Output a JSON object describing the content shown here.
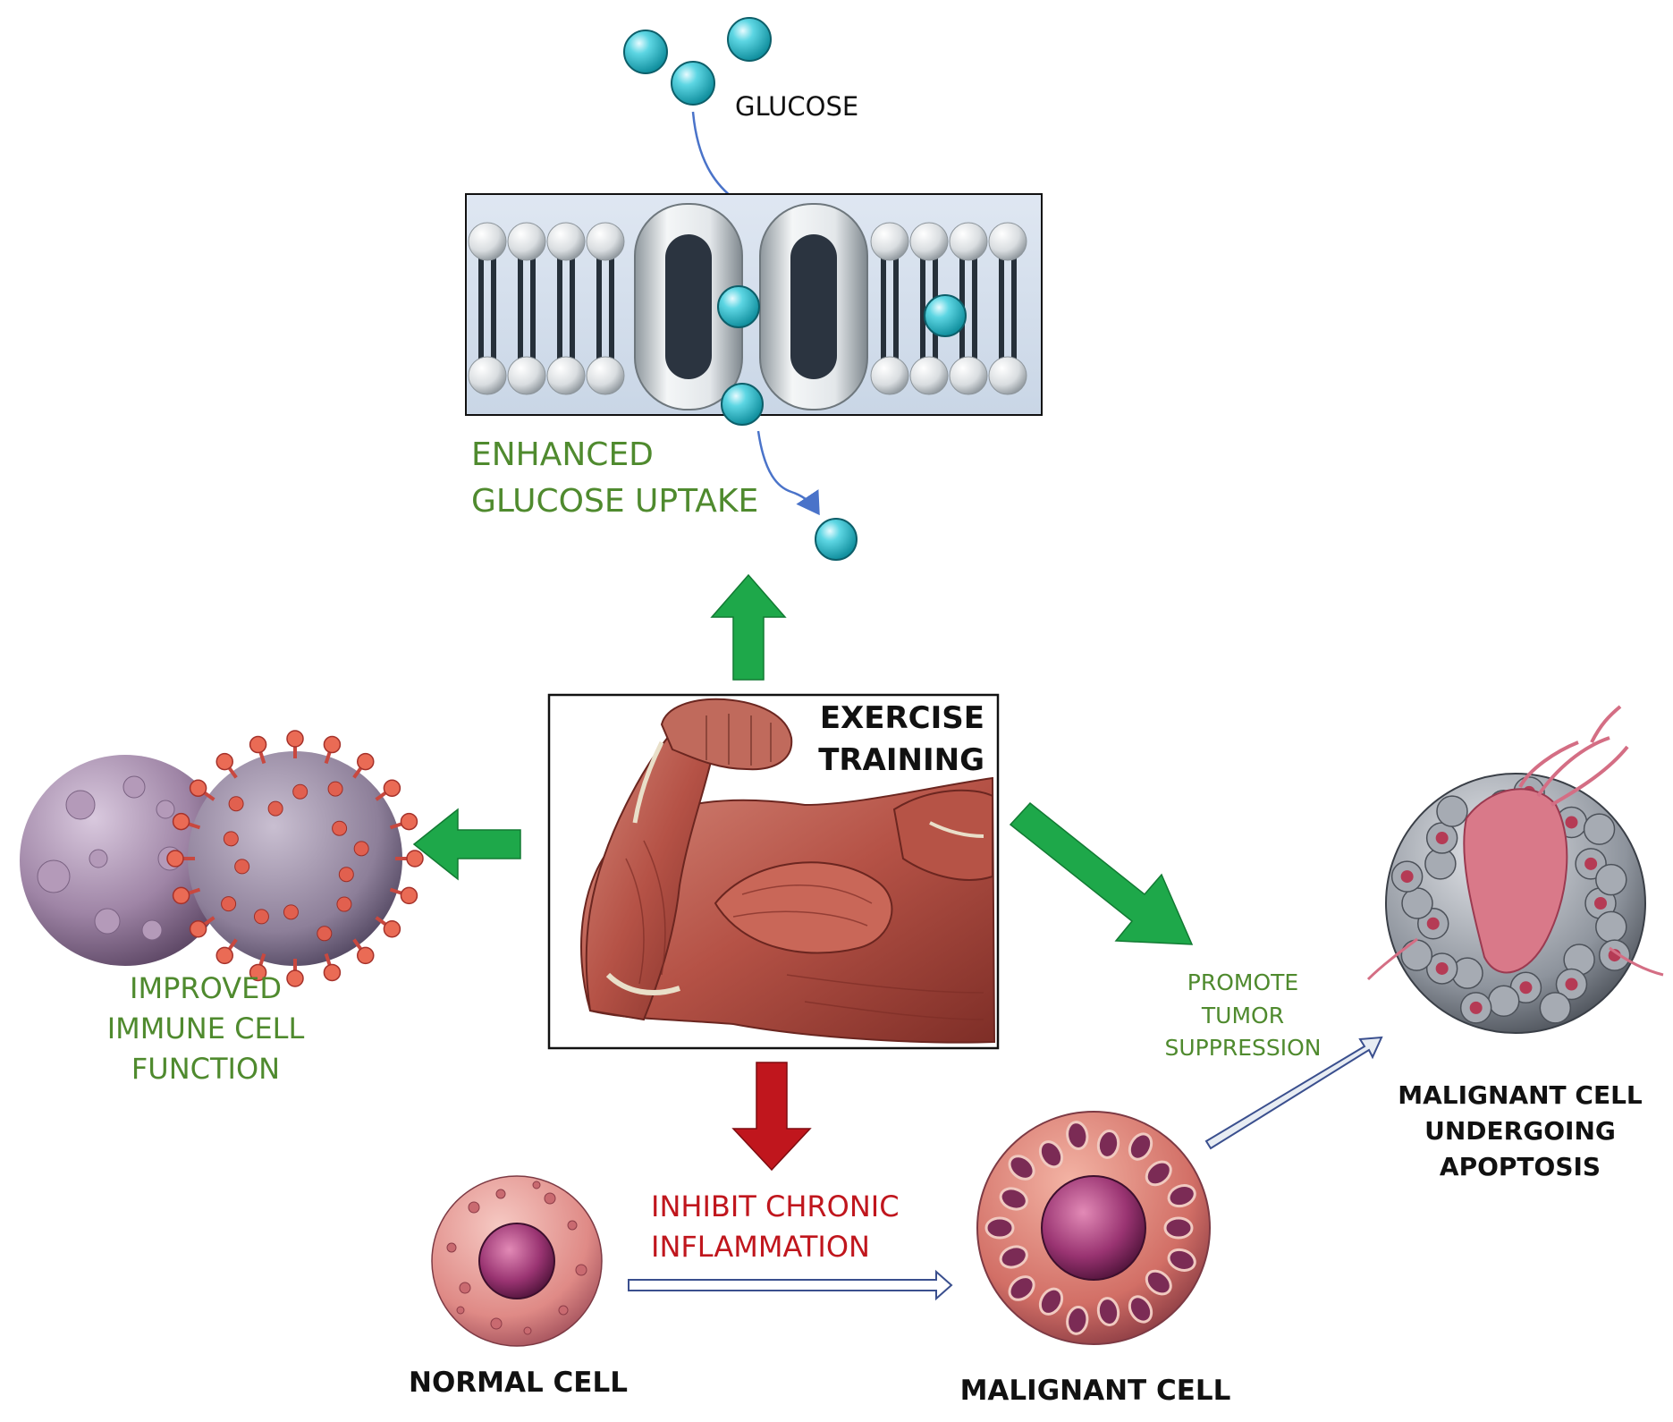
{
  "labels": {
    "glucose": "GLUCOSE",
    "enhanced_line1": "ENHANCED",
    "enhanced_line2": "GLUCOSE UPTAKE",
    "exercise_line1": "EXERCISE",
    "exercise_line2": "TRAINING",
    "immune_line1": "IMPROVED",
    "immune_line2": "IMMUNE CELL",
    "immune_line3": "FUNCTION",
    "tumor_line1": "PROMOTE",
    "tumor_line2": "TUMOR",
    "tumor_line3": "SUPPRESSION",
    "inflammation_line1": "INHIBIT CHRONIC",
    "inflammation_line2": "INFLAMMATION",
    "normal_cell": "NORMAL CELL",
    "malignant_cell": "MALIGNANT CELL",
    "apoptosis_line1": "MALIGNANT CELL",
    "apoptosis_line2": "UNDERGOING",
    "apoptosis_line3": "APOPTOSIS"
  },
  "colors": {
    "green_arrow": "#1ea84a",
    "red_arrow": "#c0161d",
    "green_text": "#4f8a2e",
    "red_text": "#c0161d",
    "glucose": "#3cc3d3",
    "muscle": "#b9584a"
  }
}
